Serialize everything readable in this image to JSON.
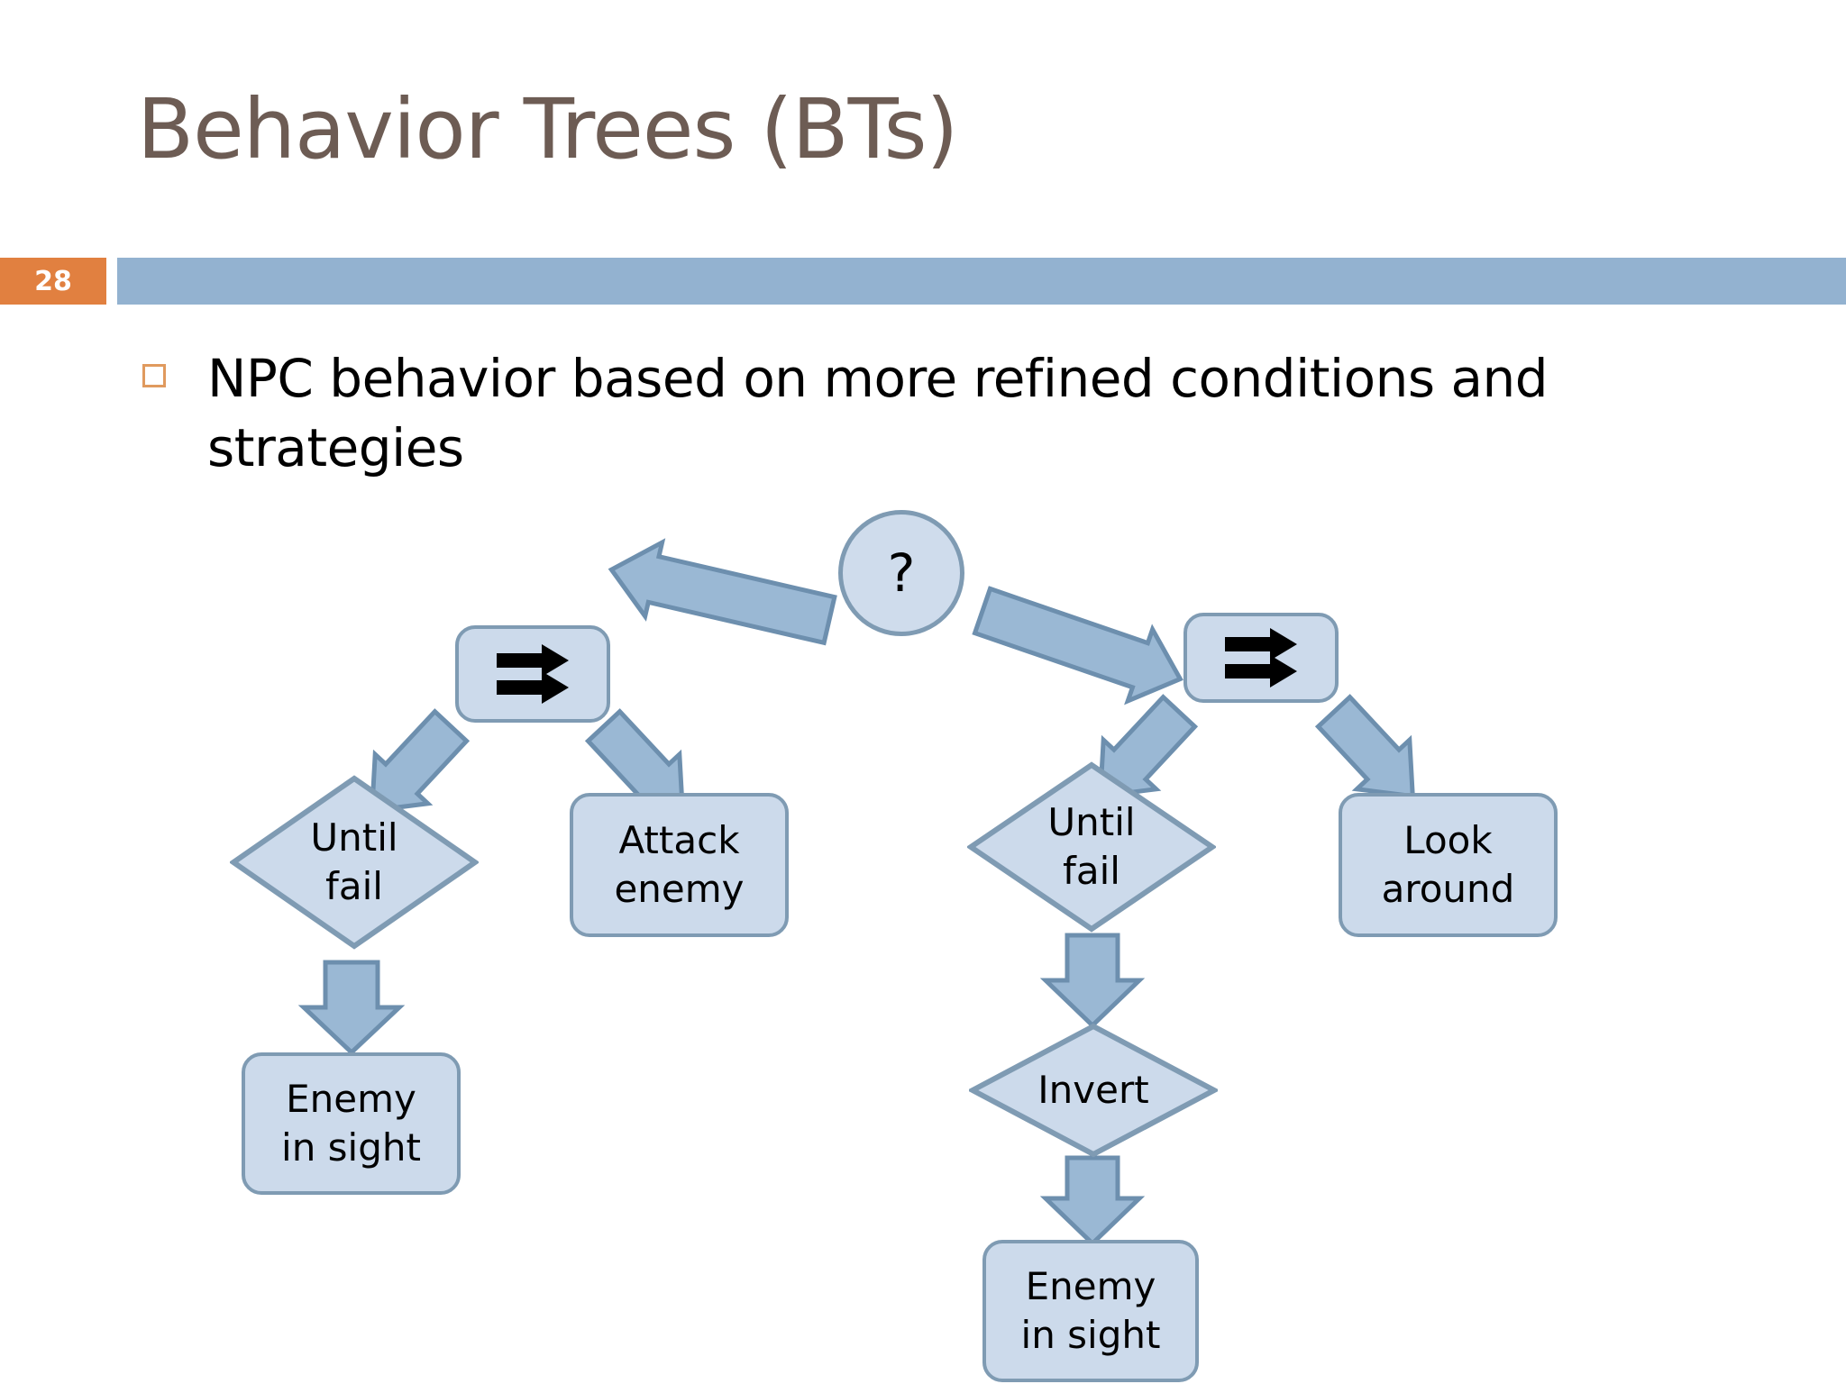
{
  "slide": {
    "title": "Behavior Trees (BTs)",
    "page_number": "28",
    "accent_orange": "#e18040",
    "accent_blue": "#93b2d0",
    "title_color": "#6d5c54",
    "node_fill": "#ccdaeb",
    "node_stroke": "#7f9bb3",
    "arrow_fill": "#9ab8d4",
    "arrow_stroke": "#6d8fae"
  },
  "bullets": [
    {
      "marker": "square-bullet-icon",
      "text": "NPC behavior based on more refined conditions and strategies"
    }
  ],
  "diagram": {
    "type": "behavior-tree",
    "nodes": [
      {
        "id": "root",
        "kind": "circle",
        "label": "?",
        "role": "selector"
      },
      {
        "id": "seq-left",
        "kind": "box",
        "label": "",
        "role": "sequence",
        "icon": "double-right-arrow-icon"
      },
      {
        "id": "seq-right",
        "kind": "box",
        "label": "",
        "role": "sequence",
        "icon": "double-right-arrow-icon"
      },
      {
        "id": "until-fail-l",
        "kind": "diamond",
        "label": "Until\nfail",
        "role": "decorator"
      },
      {
        "id": "attack-enemy",
        "kind": "box",
        "label": "Attack\nenemy",
        "role": "action"
      },
      {
        "id": "enemy-sight-l",
        "kind": "box",
        "label": "Enemy\nin sight",
        "role": "condition"
      },
      {
        "id": "until-fail-r",
        "kind": "diamond",
        "label": "Until\nfail",
        "role": "decorator"
      },
      {
        "id": "look-around",
        "kind": "box",
        "label": "Look\naround",
        "role": "action"
      },
      {
        "id": "invert",
        "kind": "diamond",
        "label": "Invert",
        "role": "decorator"
      },
      {
        "id": "enemy-sight-r",
        "kind": "box",
        "label": "Enemy\nin sight",
        "role": "condition"
      }
    ],
    "labels": {
      "root": "?",
      "until_fail_left_line1": "Until",
      "until_fail_left_line2": "fail",
      "attack_line1": "Attack",
      "attack_line2": "enemy",
      "enemy_left_line1": "Enemy",
      "enemy_left_line2": "in sight",
      "until_fail_right_line1": "Until",
      "until_fail_right_line2": "fail",
      "look_line1": "Look",
      "look_line2": "around",
      "invert": "Invert",
      "enemy_right_line1": "Enemy",
      "enemy_right_line2": "in sight"
    },
    "edges": [
      {
        "from": "root",
        "to": "seq-left"
      },
      {
        "from": "root",
        "to": "seq-right"
      },
      {
        "from": "seq-left",
        "to": "until-fail-l"
      },
      {
        "from": "seq-left",
        "to": "attack-enemy"
      },
      {
        "from": "until-fail-l",
        "to": "enemy-sight-l"
      },
      {
        "from": "seq-right",
        "to": "until-fail-r"
      },
      {
        "from": "seq-right",
        "to": "look-around"
      },
      {
        "from": "until-fail-r",
        "to": "invert"
      },
      {
        "from": "invert",
        "to": "enemy-sight-r"
      }
    ]
  }
}
